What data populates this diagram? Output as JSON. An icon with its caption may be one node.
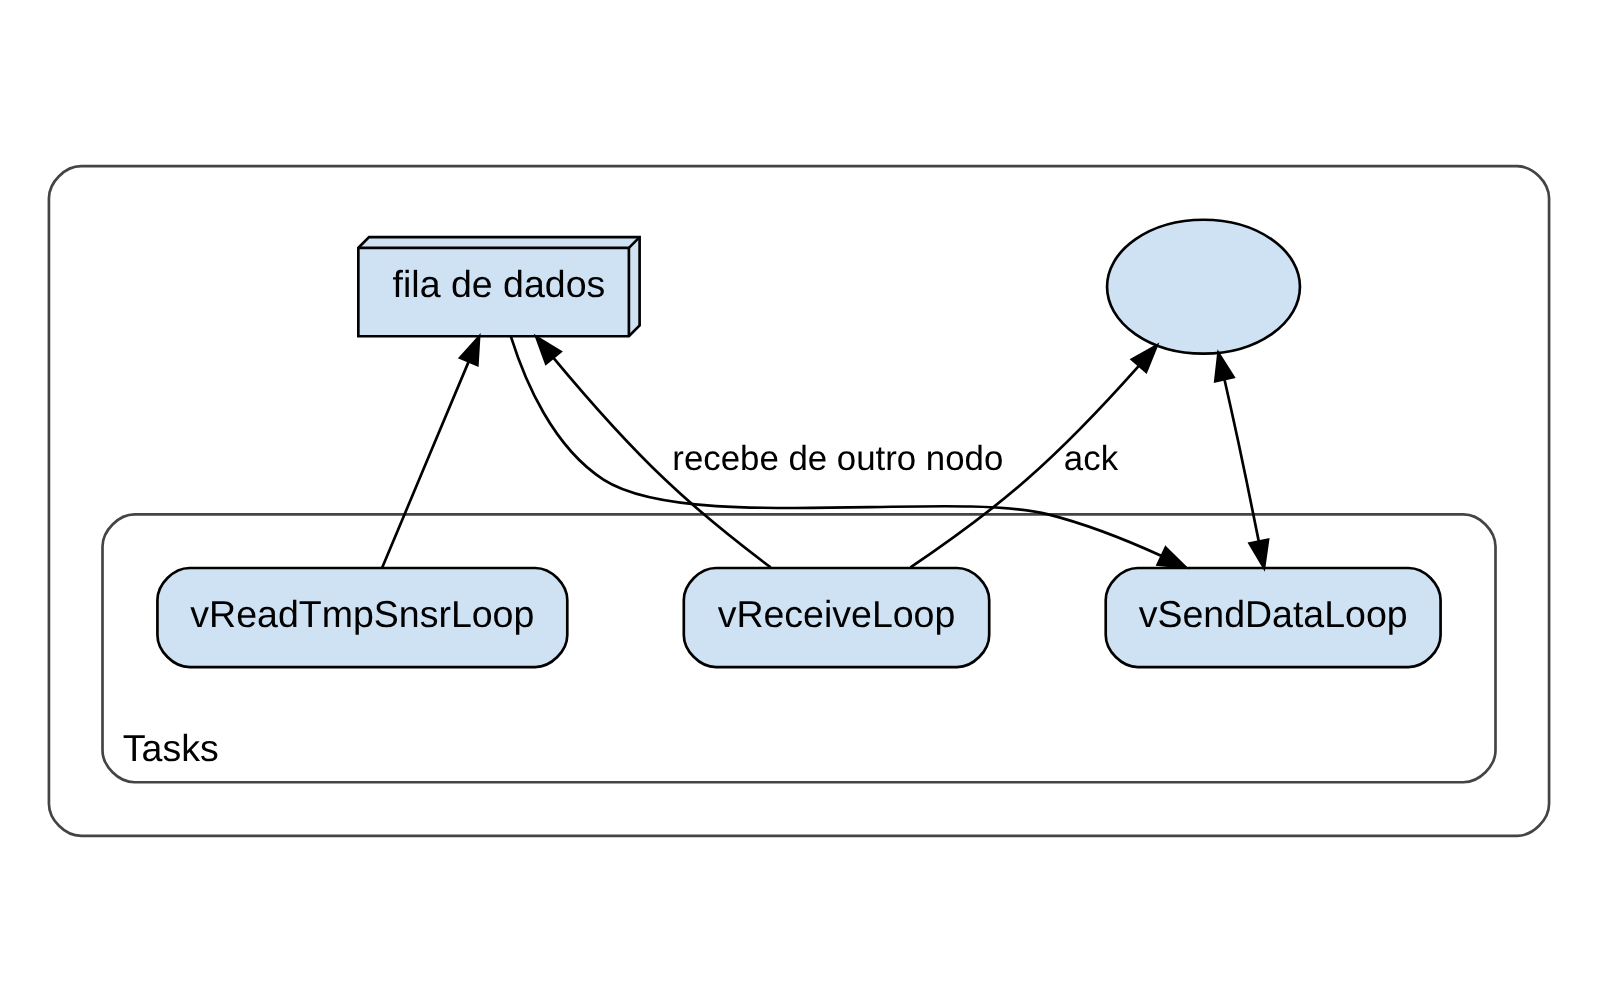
{
  "diagram": {
    "nodes": [
      {
        "text": [],
        "shape": "box"
      },
      {
        "text": [
          "fila de dados"
        ],
        "in": 0
      },
      {
        "text": [],
        "shape": "ellipse",
        "in": 0
      },
      {
        "text": [
          "Tasks"
        ],
        "in": 0
      },
      {
        "text": [
          "vReadTmpSnsrLoop"
        ],
        "in": 3
      },
      {
        "text": [
          "vReceiveLoop"
        ],
        "in": 3
      },
      {
        "text": [
          "vSendDataLoop"
        ],
        "in": 3
      }
    ],
    "edges": [
      {
        "from": 4,
        "to": 1,
        "arrow": "to"
      },
      {
        "from": 5,
        "to": 1,
        "arrow": "to",
        "label": "recebe de outro nodo"
      },
      {
        "from": 5,
        "to": 2,
        "arrow": "to",
        "label": "ack"
      },
      {
        "from": 1,
        "to": 6,
        "arrow": "to"
      },
      {
        "from": 6,
        "to": 2,
        "arrow": "both"
      }
    ]
  }
}
